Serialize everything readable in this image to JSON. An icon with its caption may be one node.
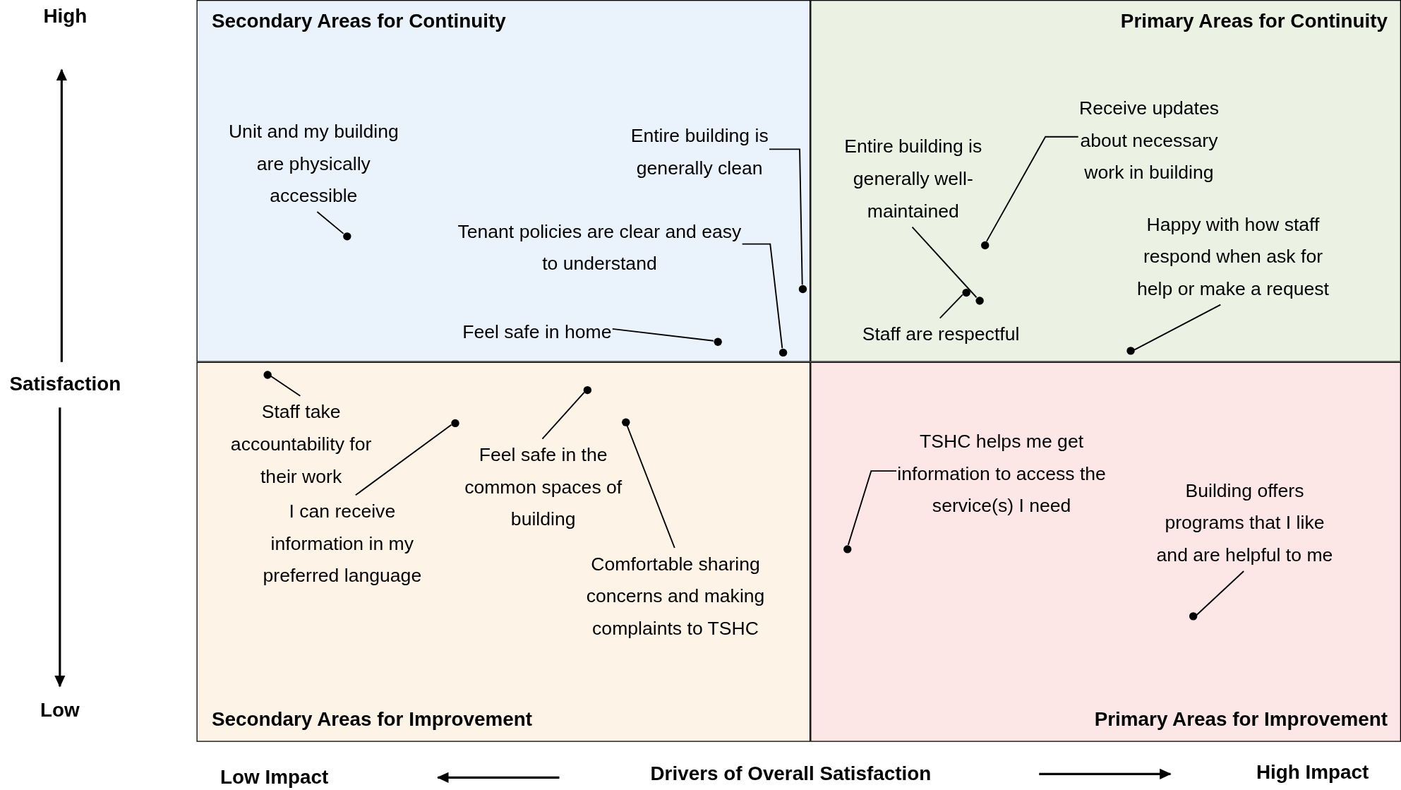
{
  "diagram": {
    "nodes": [
      {
        "text": [
          "Secondary Areas for Continuity"
        ]
      },
      {
        "text": [
          "Unit and my building are physically accessible"
        ],
        "in": 0
      },
      {
        "text": [
          "Entire building is generally clean"
        ],
        "in": 0
      },
      {
        "text": [
          "Tenant policies are clear and easy to understand"
        ],
        "in": 0
      },
      {
        "text": [
          "Feel safe in home"
        ],
        "in": 0
      },
      {
        "text": [
          "Primary Areas for Continuity"
        ]
      },
      {
        "text": [
          "Receive updates about necessary work in building"
        ],
        "in": 5
      },
      {
        "text": [
          "Entire building is generally well-maintained"
        ],
        "in": 5
      },
      {
        "text": [
          "Happy with how staff respond when ask for help or make a request"
        ],
        "in": 5
      },
      {
        "text": [
          "Staff are respectful"
        ],
        "in": 5
      },
      {
        "text": [
          "Secondary Areas for Improvement"
        ]
      },
      {
        "text": [
          "Staff take accountability for their work"
        ],
        "in": 10
      },
      {
        "text": [
          "Feel safe in the common spaces of building"
        ],
        "in": 10
      },
      {
        "text": [
          "I can receive information in my preferred language"
        ],
        "in": 10
      },
      {
        "text": [
          "Comfortable sharing concerns and making complaints to TSHC"
        ],
        "in": 10
      },
      {
        "text": [
          "Primary Areas for Improvement"
        ]
      },
      {
        "text": [
          "TSHC helps me get information to access the service(s) I need"
        ],
        "in": 15
      },
      {
        "text": [
          "Building offers programs that I like and are helpful to me"
        ],
        "in": 15
      },
      {
        "text": [],
        "shape": "circle",
        "in": 0
      },
      {
        "text": [],
        "shape": "circle",
        "in": 0
      },
      {
        "text": [],
        "shape": "circle",
        "in": 0
      },
      {
        "text": [],
        "shape": "circle",
        "in": 0
      },
      {
        "text": [],
        "shape": "circle",
        "in": 5
      },
      {
        "text": [],
        "shape": "circle",
        "in": 5
      },
      {
        "text": [],
        "shape": "circle",
        "in": 5
      },
      {
        "text": [],
        "shape": "circle",
        "in": 5
      },
      {
        "text": [],
        "shape": "circle",
        "in": 10
      },
      {
        "text": [],
        "shape": "circle",
        "in": 10
      },
      {
        "text": [],
        "shape": "circle",
        "in": 10
      },
      {
        "text": [],
        "shape": "circle",
        "in": 10
      },
      {
        "text": [],
        "shape": "circle",
        "in": 15
      },
      {
        "text": [],
        "shape": "circle",
        "in": 15
      }
    ],
    "edges": [
      {
        "from": 1,
        "to": 18,
        "arrow": "none"
      },
      {
        "from": 2,
        "to": 19,
        "arrow": "none"
      },
      {
        "from": 3,
        "to": 20,
        "arrow": "none"
      },
      {
        "from": 4,
        "to": 21,
        "arrow": "none"
      },
      {
        "from": 6,
        "to": 22,
        "arrow": "none"
      },
      {
        "from": 7,
        "to": 23,
        "arrow": "none"
      },
      {
        "from": 8,
        "to": 24,
        "arrow": "none"
      },
      {
        "from": 9,
        "to": 25,
        "arrow": "none"
      },
      {
        "from": 11,
        "to": 26,
        "arrow": "none"
      },
      {
        "from": 12,
        "to": 27,
        "arrow": "none"
      },
      {
        "from": 13,
        "to": 28,
        "arrow": "none"
      },
      {
        "from": 14,
        "to": 29,
        "arrow": "none"
      },
      {
        "from": 16,
        "to": 30,
        "arrow": "none"
      },
      {
        "from": 17,
        "to": 31,
        "arrow": "none"
      }
    ],
    "labels": [
      "High",
      "Satisfaction",
      "Low",
      "Low Impact",
      "Drivers of Overall Satisfaction",
      "High Impact"
    ]
  }
}
